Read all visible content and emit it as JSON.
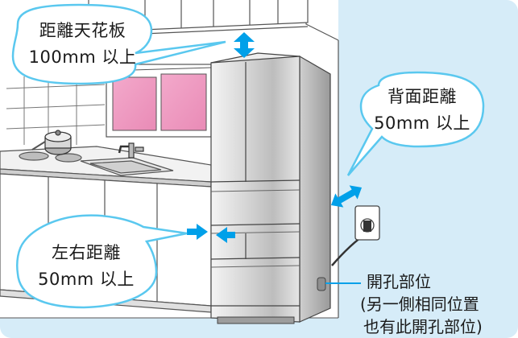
{
  "callouts": {
    "ceiling": {
      "line1": "距離天花板",
      "line2": "100mm 以上"
    },
    "back": {
      "line1": "背面距離",
      "line2": "50mm 以上"
    },
    "sides": {
      "line1": "左右距離",
      "line2": "50mm 以上"
    }
  },
  "note": {
    "line1": "開孔部位",
    "line2": "(另一側相同位置",
    "line3": "也有此開孔部位)"
  },
  "colors": {
    "background": "#d6ecf8",
    "arrow": "#00a0e9",
    "bubble_border": "#5ac8ef"
  }
}
